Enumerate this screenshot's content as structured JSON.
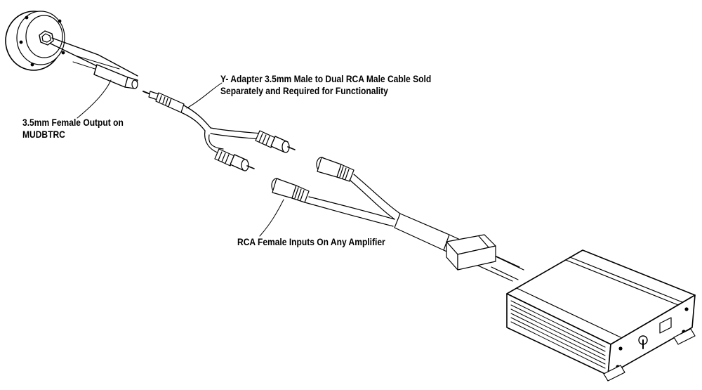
{
  "labels": {
    "y_adapter": {
      "line1": "Y- Adapter 3.5mm Male to Dual RCA Male Cable Sold",
      "line2": "Separately and Required for Functionality"
    },
    "output": {
      "line1": "3.5mm Female Output on",
      "line2": "MUDBTRC"
    },
    "rca_inputs": {
      "line1": "RCA Female Inputs On Any Amplifier"
    }
  },
  "colors": {
    "stroke": "#000000",
    "fill": "#ffffff",
    "shade": "#d9d9d9"
  }
}
